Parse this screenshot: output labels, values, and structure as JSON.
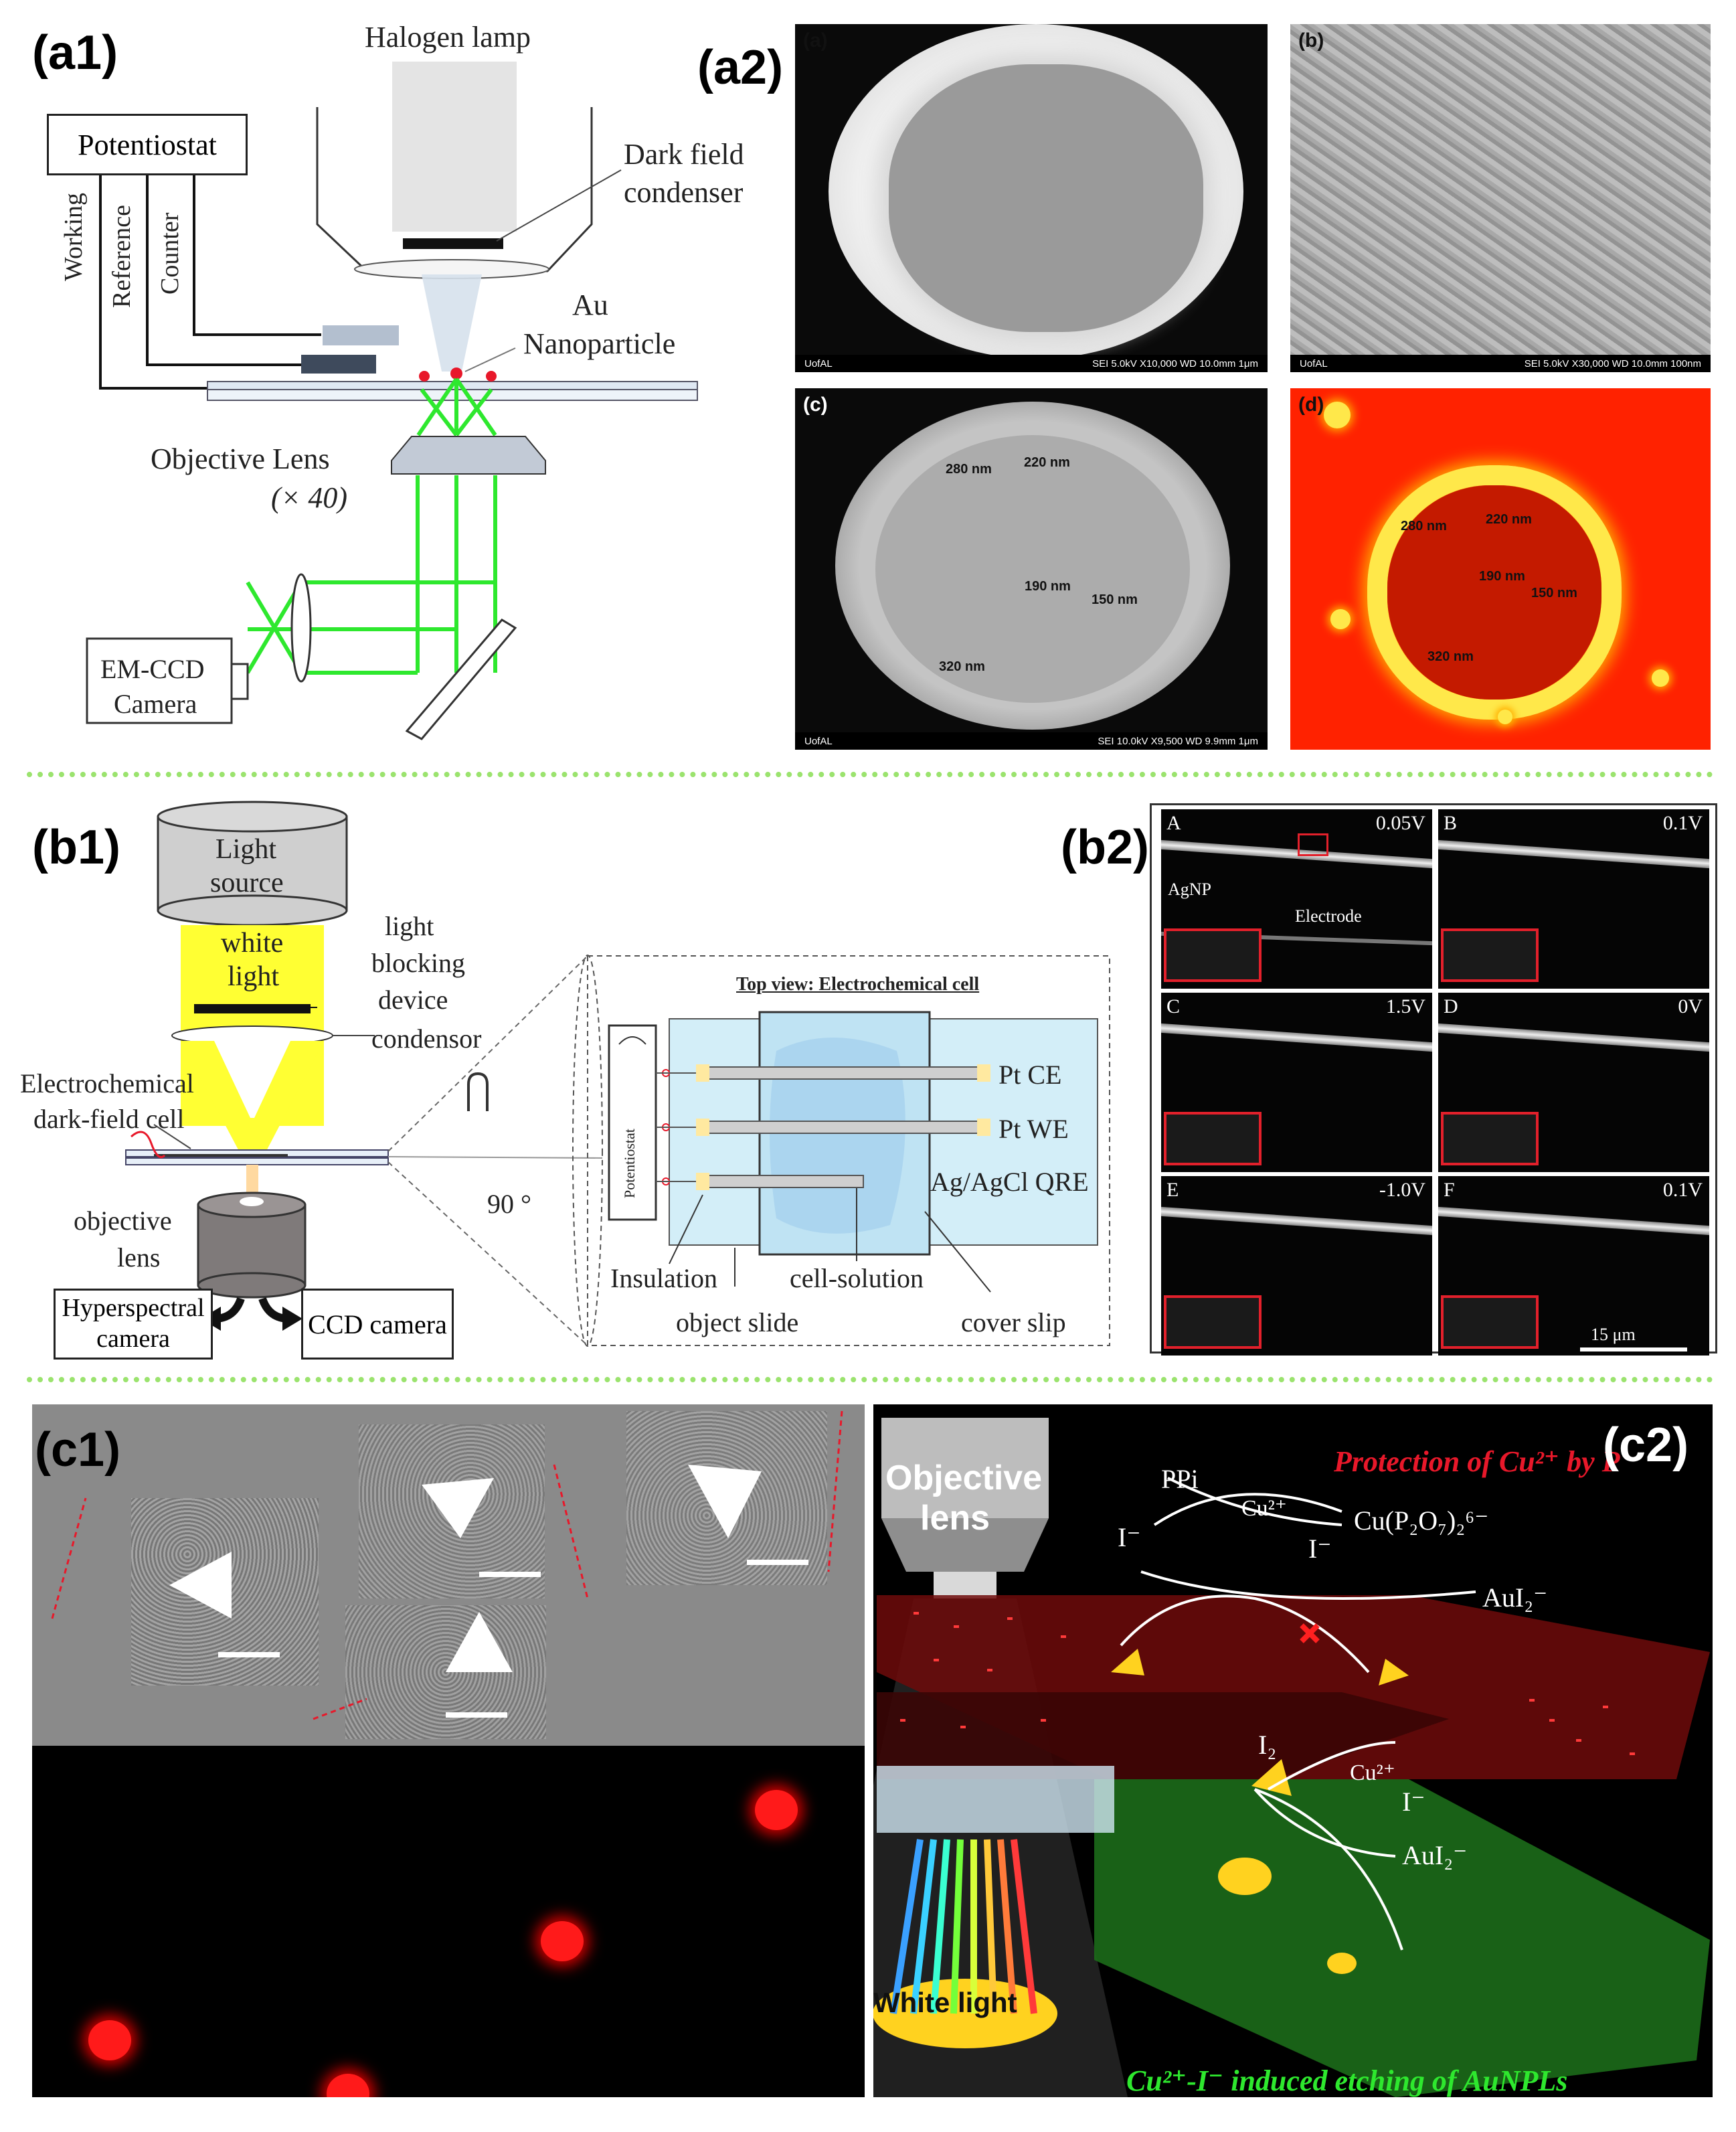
{
  "panel_labels": {
    "a1": "(a1)",
    "a2": "(a2)",
    "b1": "(b1)",
    "b2": "(b2)",
    "c1": "(c1)",
    "c2": "(c2)"
  },
  "a1": {
    "halogen_lamp": "Halogen lamp",
    "potentiostat": "Potentiostat",
    "dark_field": "Dark field",
    "condenser": "condenser",
    "au": "Au",
    "nanoparticle": "Nanoparticle",
    "working": "Working",
    "reference": "Reference",
    "counter": "Counter",
    "objective_lens": "Objective Lens",
    "magnification": "(× 40)",
    "emccd": "EM-CCD",
    "camera": "Camera"
  },
  "a2": {
    "a": {
      "tag": "(a)",
      "bar_left": "UofAL",
      "bar_right": "SEI      5.0kV   X10,000   WD 10.0mm      1μm"
    },
    "b": {
      "tag": "(b)",
      "bar_left": "UofAL",
      "bar_right": "SEI      5.0kV   X30,000   WD 10.0mm    100nm"
    },
    "c": {
      "tag": "(c)",
      "bar_left": "UofAL",
      "bar_right": "SEI     10.0kV   X9,500   WD 9.9mm      1μm",
      "labels": [
        "280 nm",
        "220 nm",
        "190 nm",
        "150 nm",
        "320 nm"
      ]
    },
    "d": {
      "tag": "(d)",
      "labels": [
        "280 nm",
        "220 nm",
        "190 nm",
        "150 nm",
        "320 nm"
      ]
    }
  },
  "b1": {
    "light": "Light",
    "source": "source",
    "white": "white",
    "light2": "light",
    "lb1": "light",
    "lb2": "blocking",
    "lb3": "device",
    "condensor": "condensor",
    "ec1": "Electrochemical",
    "ec2": "dark-field cell",
    "obj1": "objective",
    "obj2": "lens",
    "hyper1": "Hyperspectral",
    "hyper2": "camera",
    "ccd": "CCD camera",
    "angle": "90 °",
    "top_view": "Top view: Electrochemical cell",
    "potentiostat": "Potentiostat",
    "pt_ce": "Pt CE",
    "pt_we": "Pt WE",
    "agcl": "Ag/AgCl QRE",
    "insulation": "Insulation",
    "cell_solution": "cell-solution",
    "object_slide": "object slide",
    "cover_slip": "cover slip"
  },
  "b2": {
    "cells": [
      {
        "letter": "A",
        "volt": "0.05V"
      },
      {
        "letter": "B",
        "volt": "0.1V"
      },
      {
        "letter": "C",
        "volt": "1.5V"
      },
      {
        "letter": "D",
        "volt": "0V"
      },
      {
        "letter": "E",
        "volt": "-1.0V"
      },
      {
        "letter": "F",
        "volt": "0.1V"
      }
    ],
    "agnp": "AgNP",
    "electrode": "Electrode",
    "scale": "15 μm"
  },
  "c2": {
    "objective": "Objective",
    "lens": "lens",
    "white_light": "White light",
    "protection": "Protection of Cu²⁺ by P",
    "ppi": "PPi",
    "cu1": "Cu²⁺",
    "cu_p2o7": "Cu(P₂O₇)₂⁶⁻",
    "i_left": "I⁻",
    "i_right": "I⁻",
    "aui2_top": "AuI₂⁻",
    "i2": "I₂",
    "cu2": "Cu²⁺",
    "i_mid": "I⁻",
    "aui2_bottom": "AuI₂⁻",
    "etching": "Cu²⁺-I⁻ induced etching of AuNPLs"
  },
  "colors": {
    "green_beam": "#2ee82e",
    "yellow_light": "#ffff33",
    "red_dot": "#e8182a",
    "separator": "#9be36e",
    "heat_red": "#ff2200",
    "heat_yellow": "#ffe84a"
  }
}
